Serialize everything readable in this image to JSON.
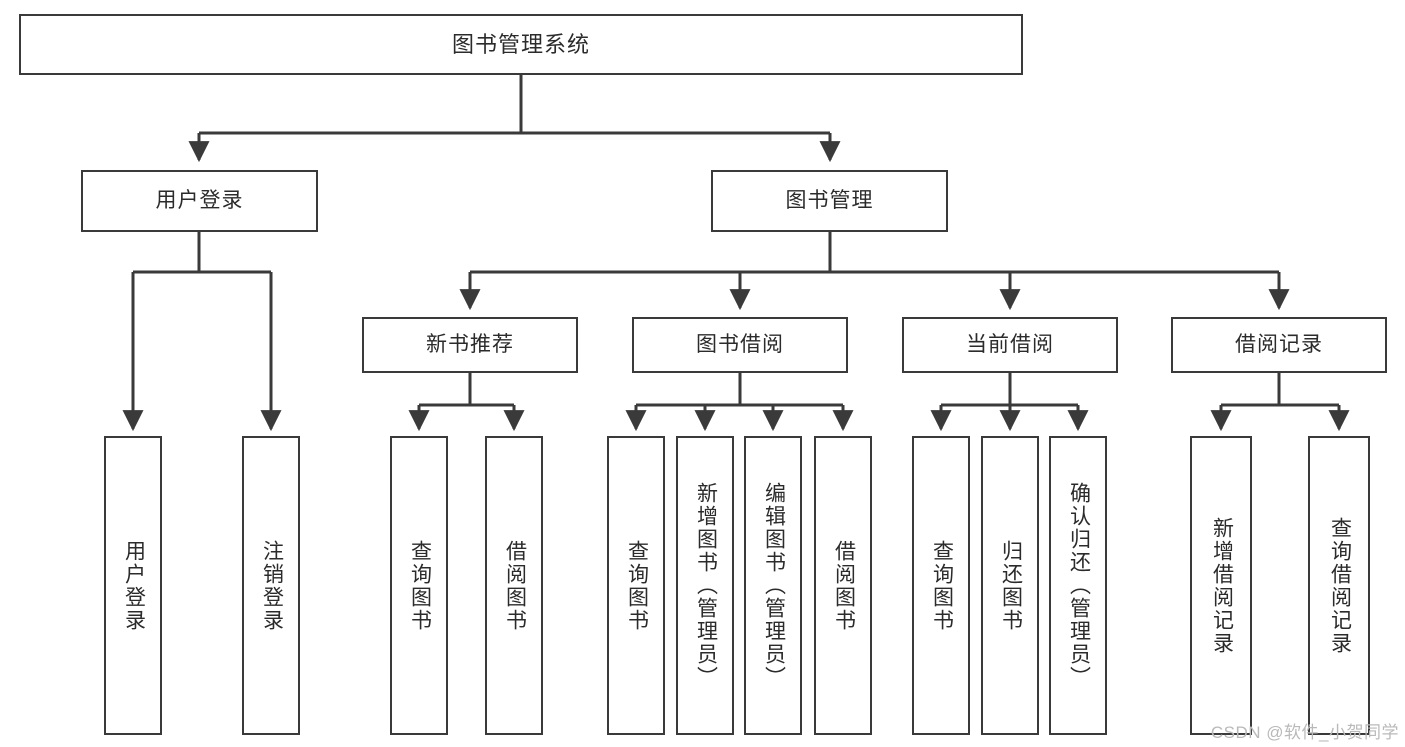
{
  "diagram": {
    "type": "tree-hierarchy",
    "title": "图书管理系统",
    "watermark": "CSDN @软件_小贺同学",
    "colors": {
      "box_border": "#3a3a3a",
      "line": "#3a3a3a",
      "text": "#2b2b2b",
      "background": "#ffffff",
      "watermark": "#b9b9b9"
    },
    "nodes": {
      "root": {
        "label": "图书管理系统"
      },
      "level2": [
        {
          "label": "用户登录"
        },
        {
          "label": "图书管理"
        }
      ],
      "level3": [
        {
          "label": "新书推荐"
        },
        {
          "label": "图书借阅"
        },
        {
          "label": "当前借阅"
        },
        {
          "label": "借阅记录"
        }
      ],
      "leaves_user_login": [
        {
          "label": "用户登录"
        },
        {
          "label": "注销登录"
        }
      ],
      "leaves_new_book": [
        {
          "label": "查询图书"
        },
        {
          "label": "借阅图书"
        }
      ],
      "leaves_borrow": [
        {
          "label": "查询图书"
        },
        {
          "label": "新增图书（管理员）"
        },
        {
          "label": "编辑图书（管理员）"
        },
        {
          "label": "借阅图书"
        }
      ],
      "leaves_current": [
        {
          "label": "查询图书"
        },
        {
          "label": "归还图书"
        },
        {
          "label": "确认归还（管理员）"
        }
      ],
      "leaves_records": [
        {
          "label": "新增借阅记录"
        },
        {
          "label": "查询借阅记录"
        }
      ]
    }
  }
}
